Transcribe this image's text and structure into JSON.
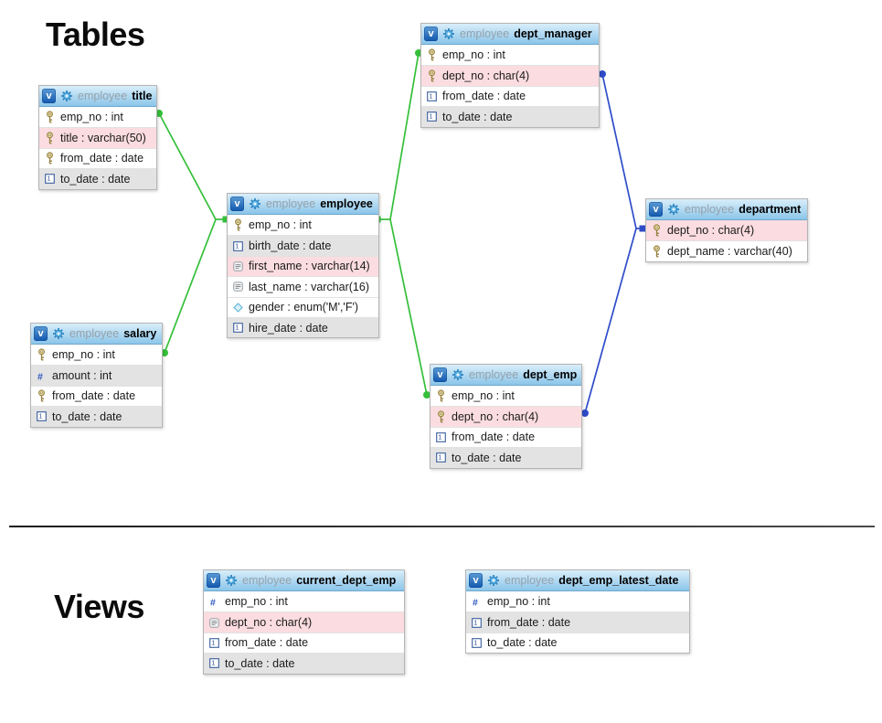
{
  "headings": {
    "tables_label": "Tables",
    "views_label": "Views"
  },
  "entity_badge_letter": "v",
  "colors": {
    "relation_green": "#35bf3a",
    "relation_blue": "#2f4cc9",
    "header_gradient_top": "#d9eefa",
    "header_gradient_bottom": "#8bc5e9",
    "row_highlight_pink": "#fbdce0",
    "row_shaded_gray": "#e3e3e3",
    "view_badge_blue": "#1258ad"
  },
  "entities": [
    {
      "id": "title",
      "section": "tables",
      "schema": "employee",
      "name": "title",
      "columns": [
        {
          "icon": "key-icon",
          "text": "emp_no : int",
          "bg": "white"
        },
        {
          "icon": "key-icon",
          "text": "title : varchar(50)",
          "bg": "pink"
        },
        {
          "icon": "key-icon",
          "text": "from_date : date",
          "bg": "white"
        },
        {
          "icon": "date-icon",
          "text": "to_date : date",
          "bg": "gray"
        }
      ]
    },
    {
      "id": "employee",
      "section": "tables",
      "schema": "employee",
      "name": "employee",
      "columns": [
        {
          "icon": "key-icon",
          "text": "emp_no : int",
          "bg": "white"
        },
        {
          "icon": "date-icon",
          "text": "birth_date : date",
          "bg": "gray"
        },
        {
          "icon": "text-icon",
          "text": "first_name : varchar(14)",
          "bg": "pink"
        },
        {
          "icon": "text-icon",
          "text": "last_name : varchar(16)",
          "bg": "white"
        },
        {
          "icon": "enum-icon",
          "text": "gender : enum('M','F')",
          "bg": "white"
        },
        {
          "icon": "date-icon",
          "text": "hire_date : date",
          "bg": "gray"
        }
      ]
    },
    {
      "id": "salary",
      "section": "tables",
      "schema": "employee",
      "name": "salary",
      "columns": [
        {
          "icon": "key-icon",
          "text": "emp_no : int",
          "bg": "white"
        },
        {
          "icon": "numeric-icon",
          "text": "amount : int",
          "bg": "gray"
        },
        {
          "icon": "key-icon",
          "text": "from_date : date",
          "bg": "white"
        },
        {
          "icon": "date-icon",
          "text": "to_date : date",
          "bg": "gray"
        }
      ]
    },
    {
      "id": "dept_manager",
      "section": "tables",
      "schema": "employee",
      "name": "dept_manager",
      "columns": [
        {
          "icon": "key-icon",
          "text": "emp_no : int",
          "bg": "white"
        },
        {
          "icon": "key-icon",
          "text": "dept_no : char(4)",
          "bg": "pink"
        },
        {
          "icon": "date-icon",
          "text": "from_date : date",
          "bg": "white"
        },
        {
          "icon": "date-icon",
          "text": "to_date : date",
          "bg": "gray"
        }
      ]
    },
    {
      "id": "dept_emp",
      "section": "tables",
      "schema": "employee",
      "name": "dept_emp",
      "columns": [
        {
          "icon": "key-icon",
          "text": "emp_no : int",
          "bg": "white"
        },
        {
          "icon": "key-icon",
          "text": "dept_no : char(4)",
          "bg": "pink"
        },
        {
          "icon": "date-icon",
          "text": "from_date : date",
          "bg": "white"
        },
        {
          "icon": "date-icon",
          "text": "to_date : date",
          "bg": "gray"
        }
      ]
    },
    {
      "id": "department",
      "section": "tables",
      "schema": "employee",
      "name": "department",
      "columns": [
        {
          "icon": "key-icon",
          "text": "dept_no : char(4)",
          "bg": "pink"
        },
        {
          "icon": "key-icon",
          "text": "dept_name : varchar(40)",
          "bg": "white"
        }
      ]
    },
    {
      "id": "current_dept_emp",
      "section": "views",
      "schema": "employee",
      "name": "current_dept_emp",
      "columns": [
        {
          "icon": "numeric-icon",
          "text": "emp_no : int",
          "bg": "white"
        },
        {
          "icon": "text-icon",
          "text": "dept_no : char(4)",
          "bg": "pink"
        },
        {
          "icon": "date-icon",
          "text": "from_date : date",
          "bg": "white"
        },
        {
          "icon": "date-icon",
          "text": "to_date : date",
          "bg": "gray"
        }
      ]
    },
    {
      "id": "dept_emp_latest_date",
      "section": "views",
      "schema": "employee",
      "name": "dept_emp_latest_date",
      "columns": [
        {
          "icon": "numeric-icon",
          "text": "emp_no : int",
          "bg": "white"
        },
        {
          "icon": "date-icon",
          "text": "from_date : date",
          "bg": "gray"
        },
        {
          "icon": "date-icon",
          "text": "to_date : date",
          "bg": "white"
        }
      ]
    }
  ],
  "relations": [
    {
      "from": "title.emp_no",
      "to": "employee.emp_no",
      "color": "green"
    },
    {
      "from": "salary.emp_no",
      "to": "employee.emp_no",
      "color": "green"
    },
    {
      "from": "employee.emp_no",
      "to": "dept_manager.emp_no",
      "color": "green"
    },
    {
      "from": "employee.emp_no",
      "to": "dept_emp.emp_no",
      "color": "green"
    },
    {
      "from": "dept_manager.dept_no",
      "to": "department.dept_no",
      "color": "blue"
    },
    {
      "from": "dept_emp.dept_no",
      "to": "department.dept_no",
      "color": "blue"
    }
  ]
}
